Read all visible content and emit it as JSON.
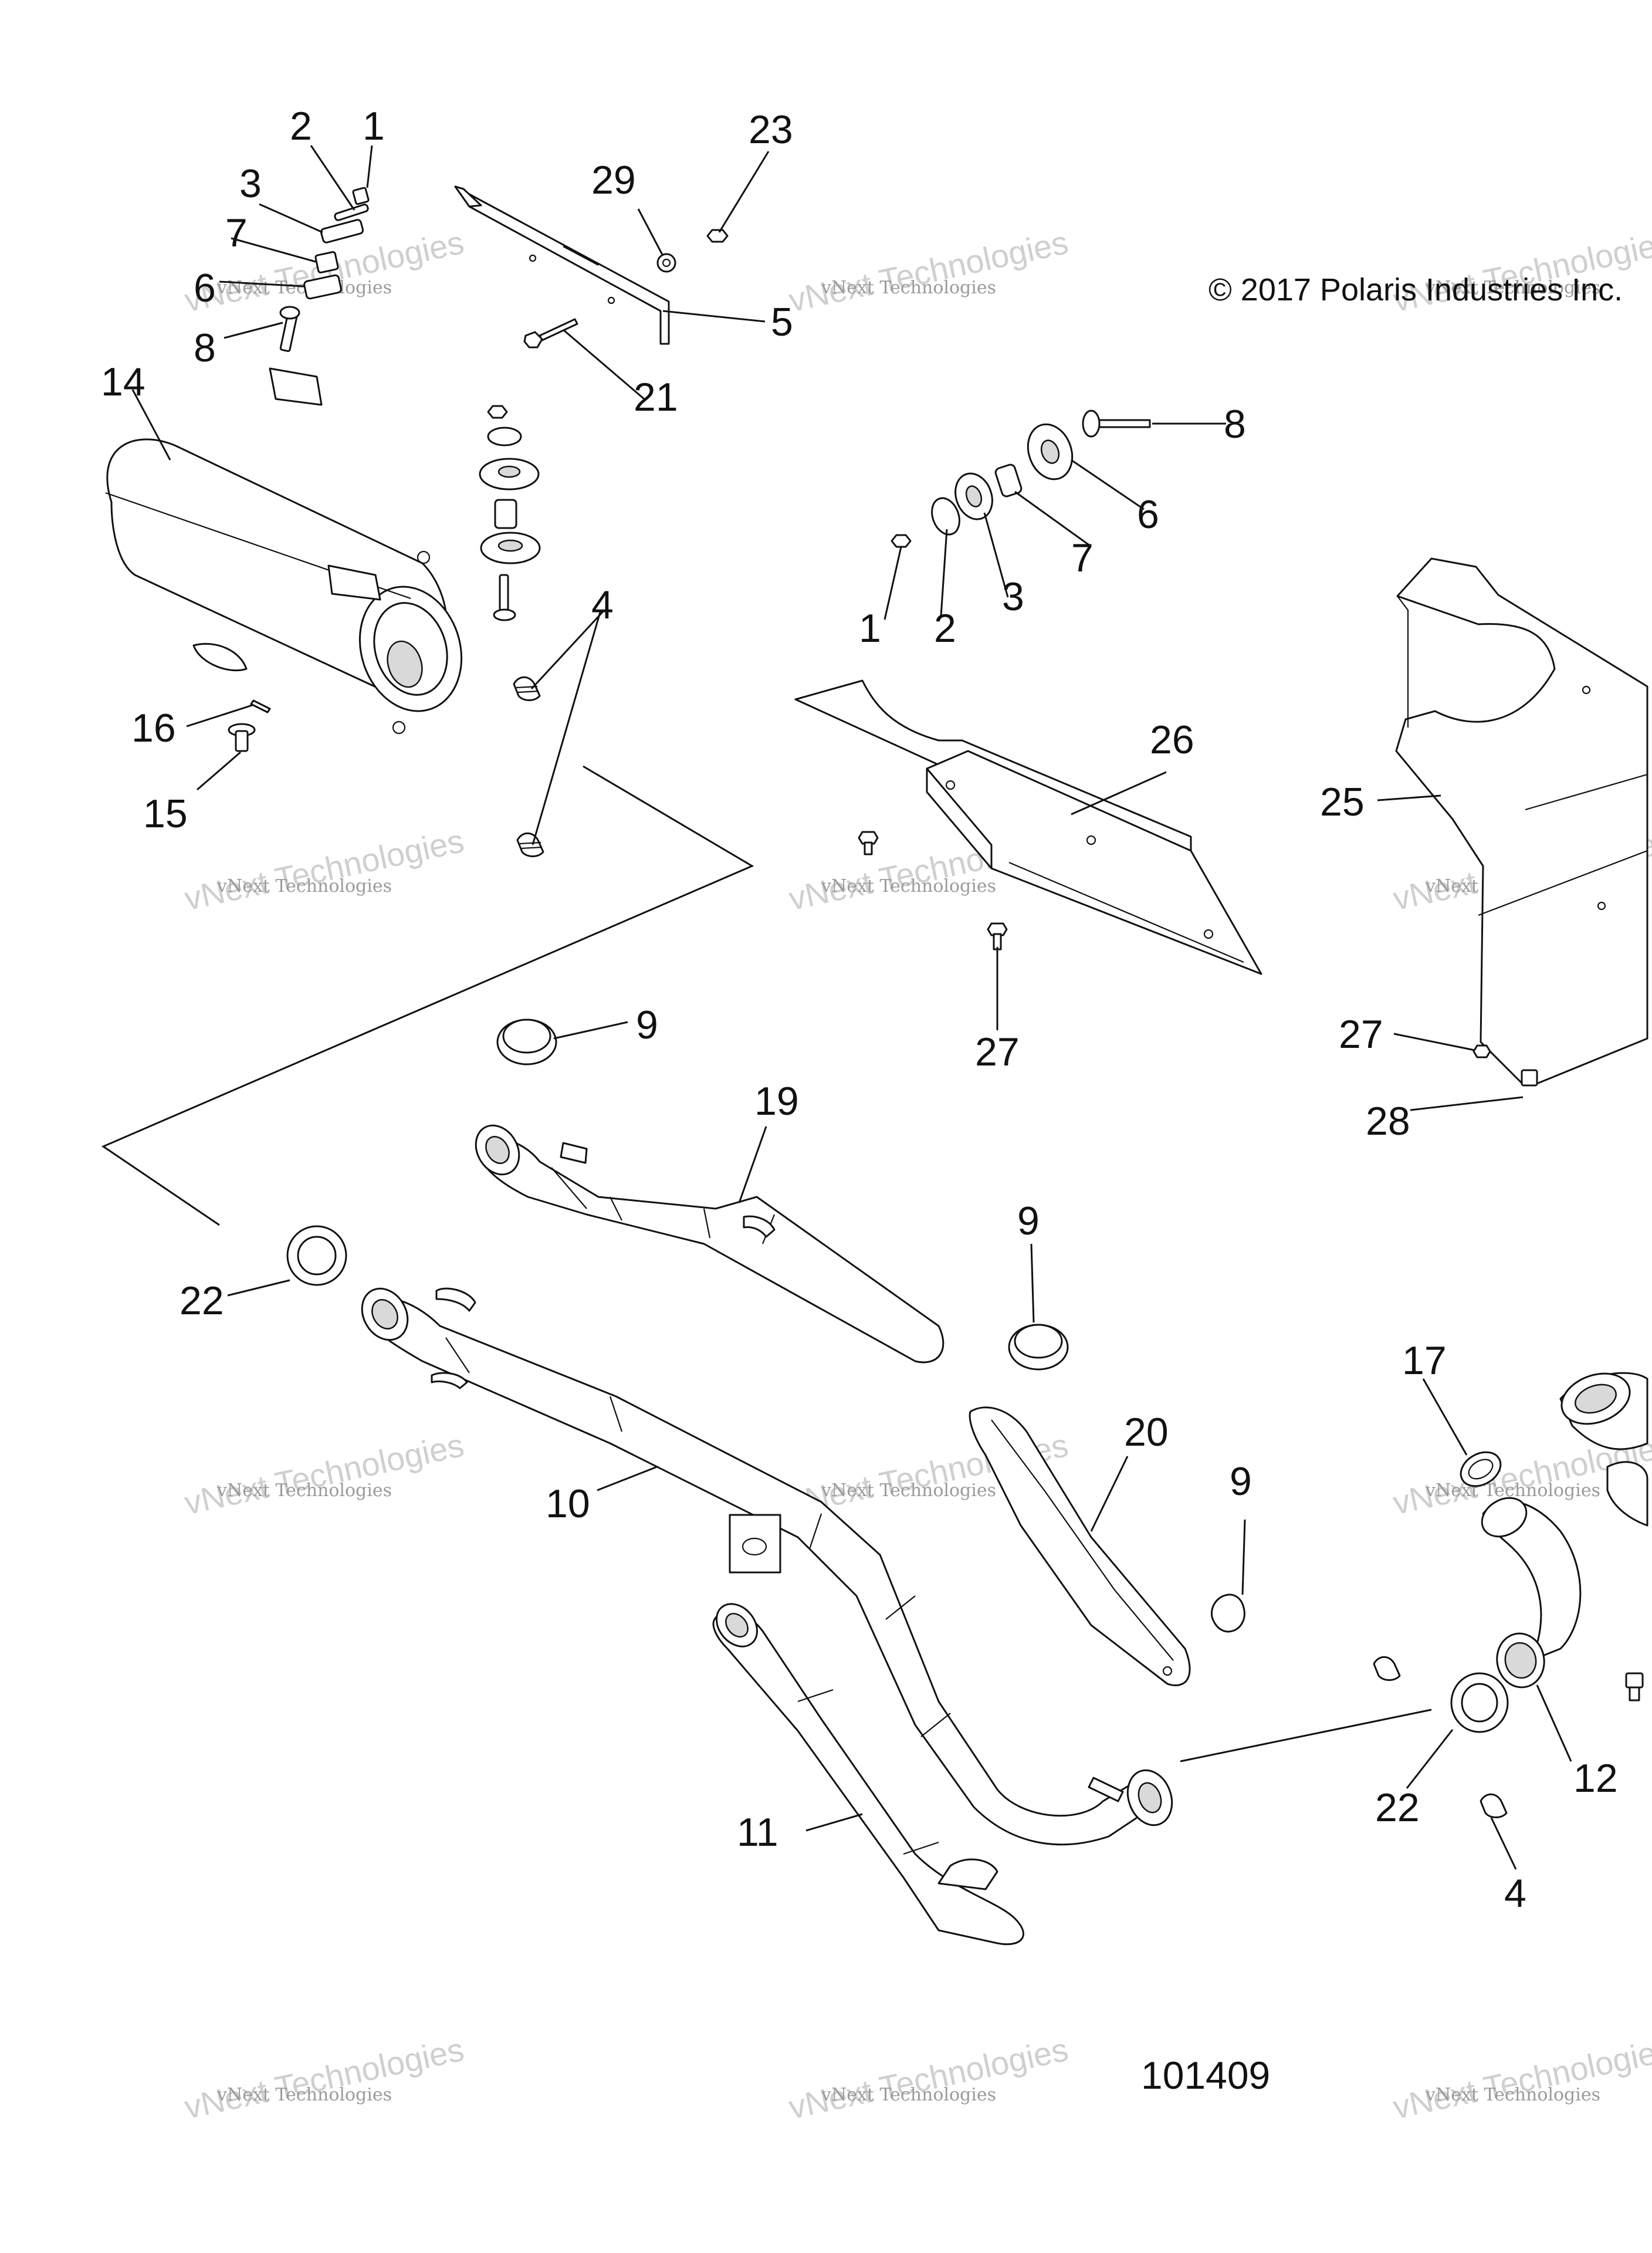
{
  "copyright": "© 2017 Polaris Industries Inc.",
  "figure_number": "101409",
  "watermark": {
    "line1": "vNext Technologies",
    "line2": "vNext Technologies"
  },
  "callouts": {
    "c1a": "1",
    "c2a": "2",
    "c3a": "3",
    "c7a": "7",
    "c6a": "6",
    "c8a": "8",
    "c29": "29",
    "c23": "23",
    "c5": "5",
    "c21": "21",
    "c14": "14",
    "c16": "16",
    "c15": "15",
    "c4a": "4",
    "c8b": "8",
    "c6b": "6",
    "c7b": "7",
    "c3b": "3",
    "c2b": "2",
    "c1b": "1",
    "c26": "26",
    "c27a": "27",
    "c25": "25",
    "c27b": "27",
    "c28": "28",
    "c9a": "9",
    "c19": "19",
    "c9b": "9",
    "c22a": "22",
    "c10": "10",
    "c20": "20",
    "c9c": "9",
    "c11": "11",
    "c17": "17",
    "c22b": "22",
    "c12": "12",
    "c4b": "4"
  }
}
